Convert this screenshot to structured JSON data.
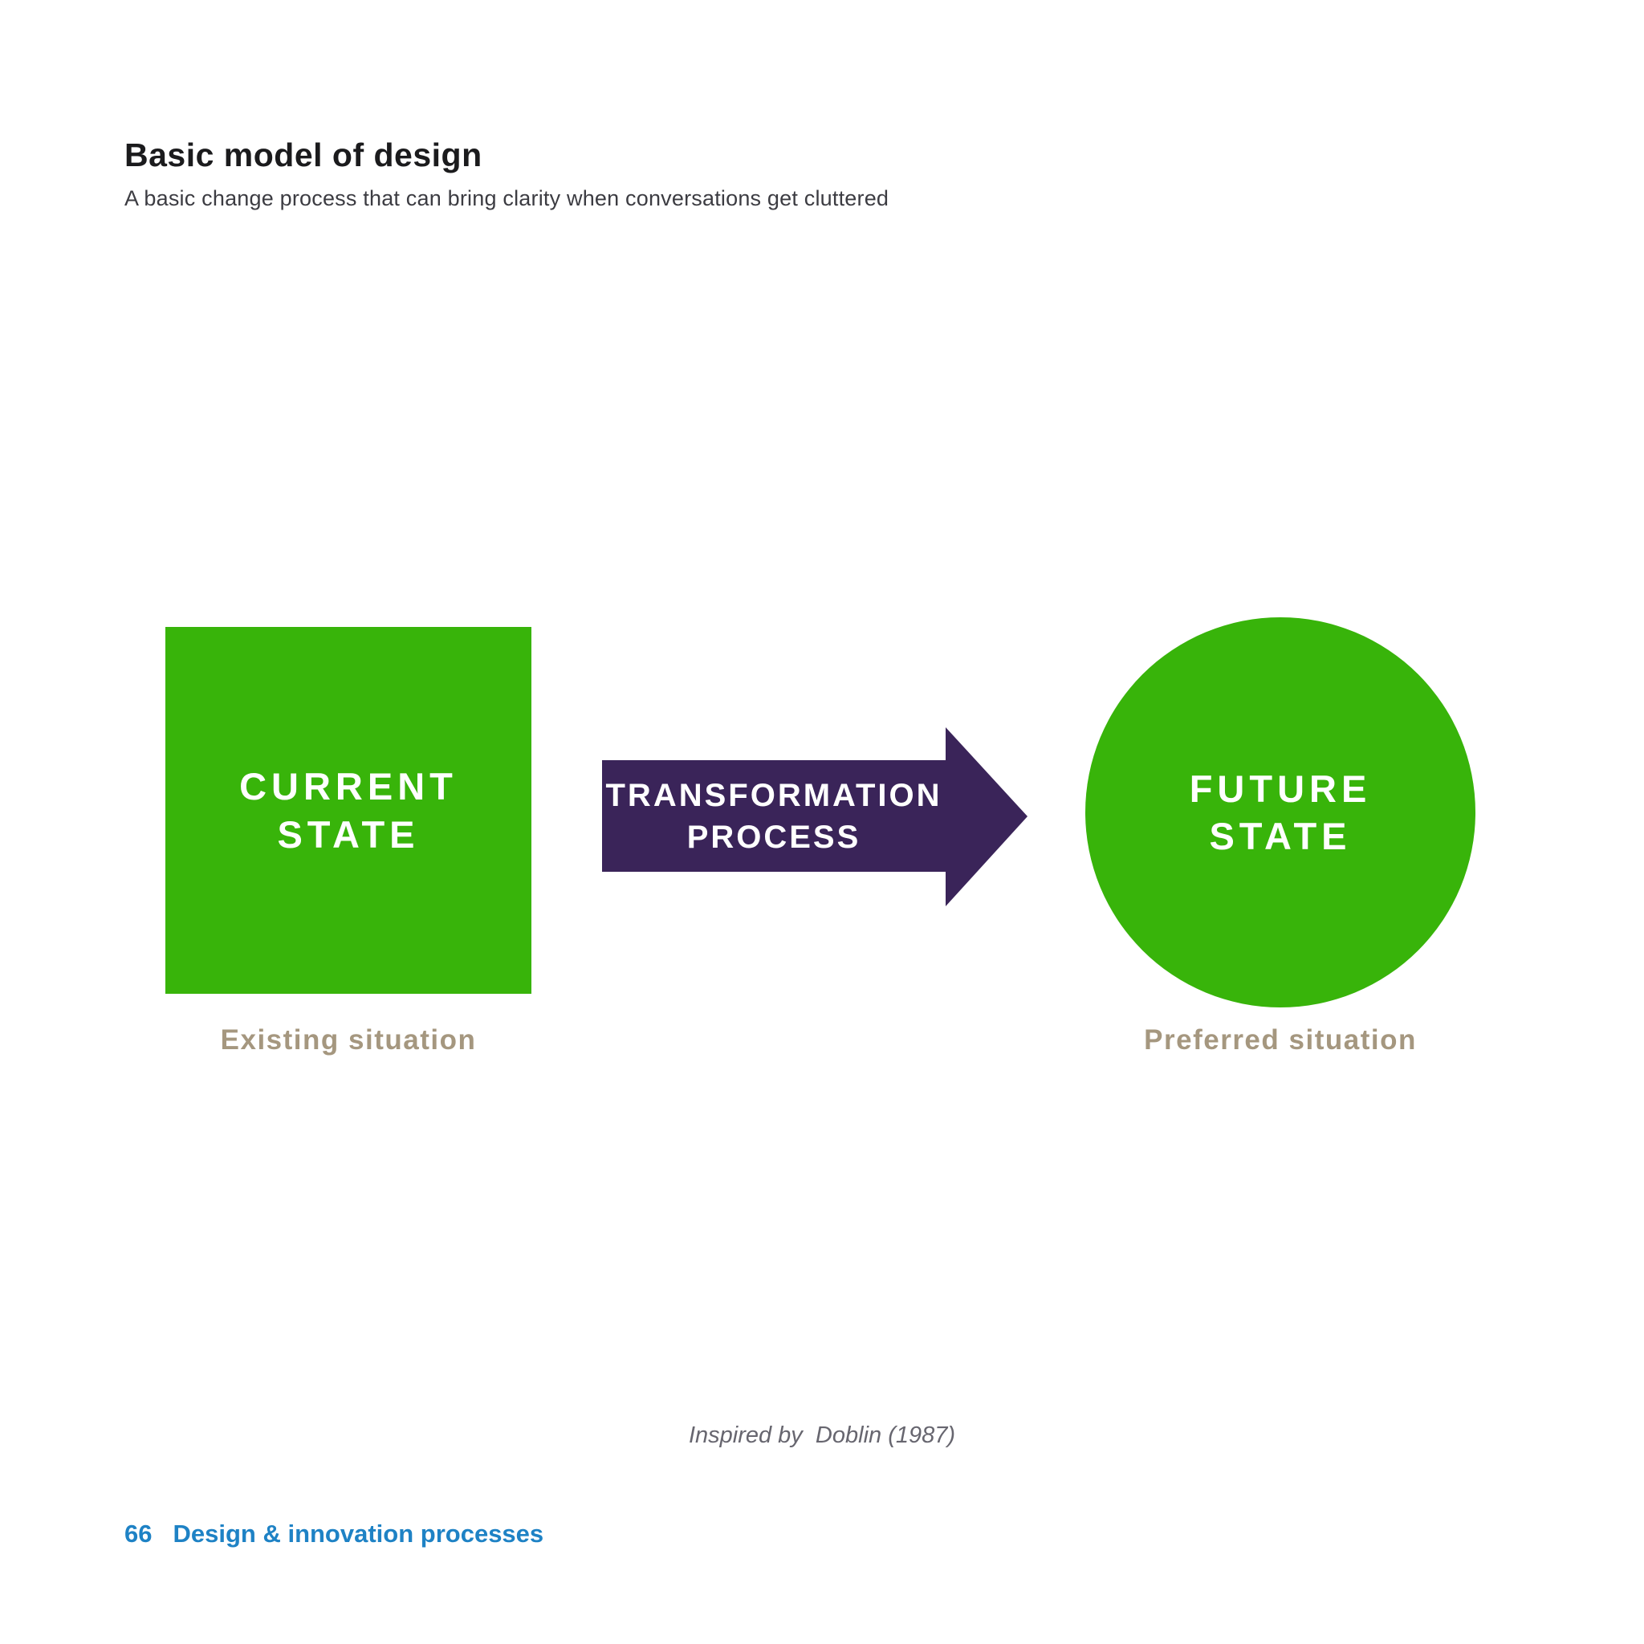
{
  "page": {
    "title": "Basic model of design",
    "subtitle": "A basic change process that can bring clarity when conversations get cluttered",
    "attribution": "Inspired by  Doblin (1987)",
    "footer": {
      "page_number": "66",
      "section_title": "Design & innovation processes"
    }
  },
  "diagram": {
    "current_state": {
      "label": "CURRENT\nSTATE",
      "caption": "Existing situation"
    },
    "transformation": {
      "label": "TRANSFORMATION\nPROCESS"
    },
    "future_state": {
      "label": "FUTURE\nSTATE",
      "caption": "Preferred situation"
    }
  },
  "colors": {
    "shape_green": "#38B40A",
    "arrow_purple": "#3A2459",
    "caption_taupe": "#A5977F",
    "footer_blue": "#1E82C5",
    "attribution_gray": "#67666F",
    "title_black": "#1B1B1D",
    "label_white": "#FFFFFF"
  }
}
